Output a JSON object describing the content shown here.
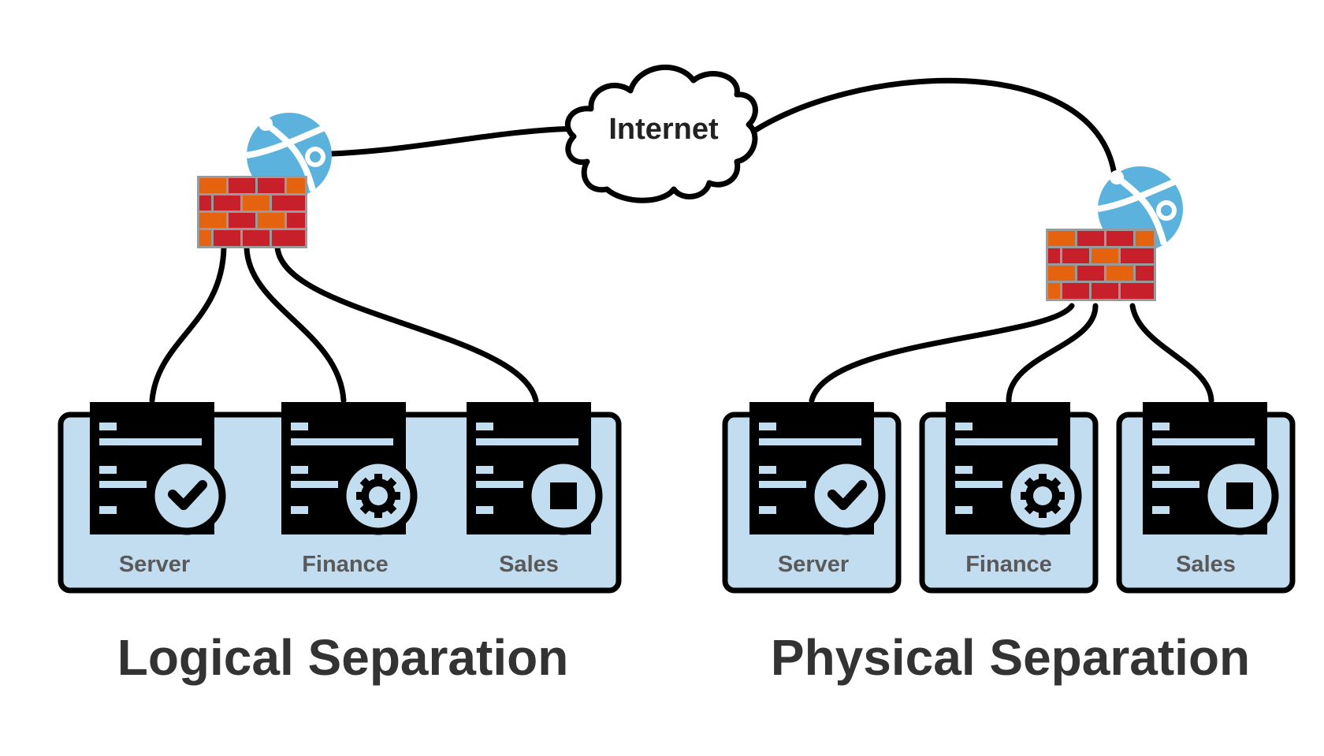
{
  "cloud": {
    "label": "Internet"
  },
  "logical": {
    "title": "Logical Separation",
    "servers": [
      {
        "label": "Server",
        "badge": "check-icon"
      },
      {
        "label": "Finance",
        "badge": "gear-icon"
      },
      {
        "label": "Sales",
        "badge": "stop-icon"
      }
    ]
  },
  "physical": {
    "title": "Physical Separation",
    "servers": [
      {
        "label": "Server",
        "badge": "check-icon"
      },
      {
        "label": "Finance",
        "badge": "gear-icon"
      },
      {
        "label": "Sales",
        "badge": "stop-icon"
      }
    ]
  },
  "colors": {
    "zone_fill": "#c2dcf0",
    "globe": "#5bb3dd",
    "brick_red": "#c8202a",
    "brick_orange": "#e5620f",
    "mortar": "#9a9a9a",
    "line": "#000000"
  }
}
